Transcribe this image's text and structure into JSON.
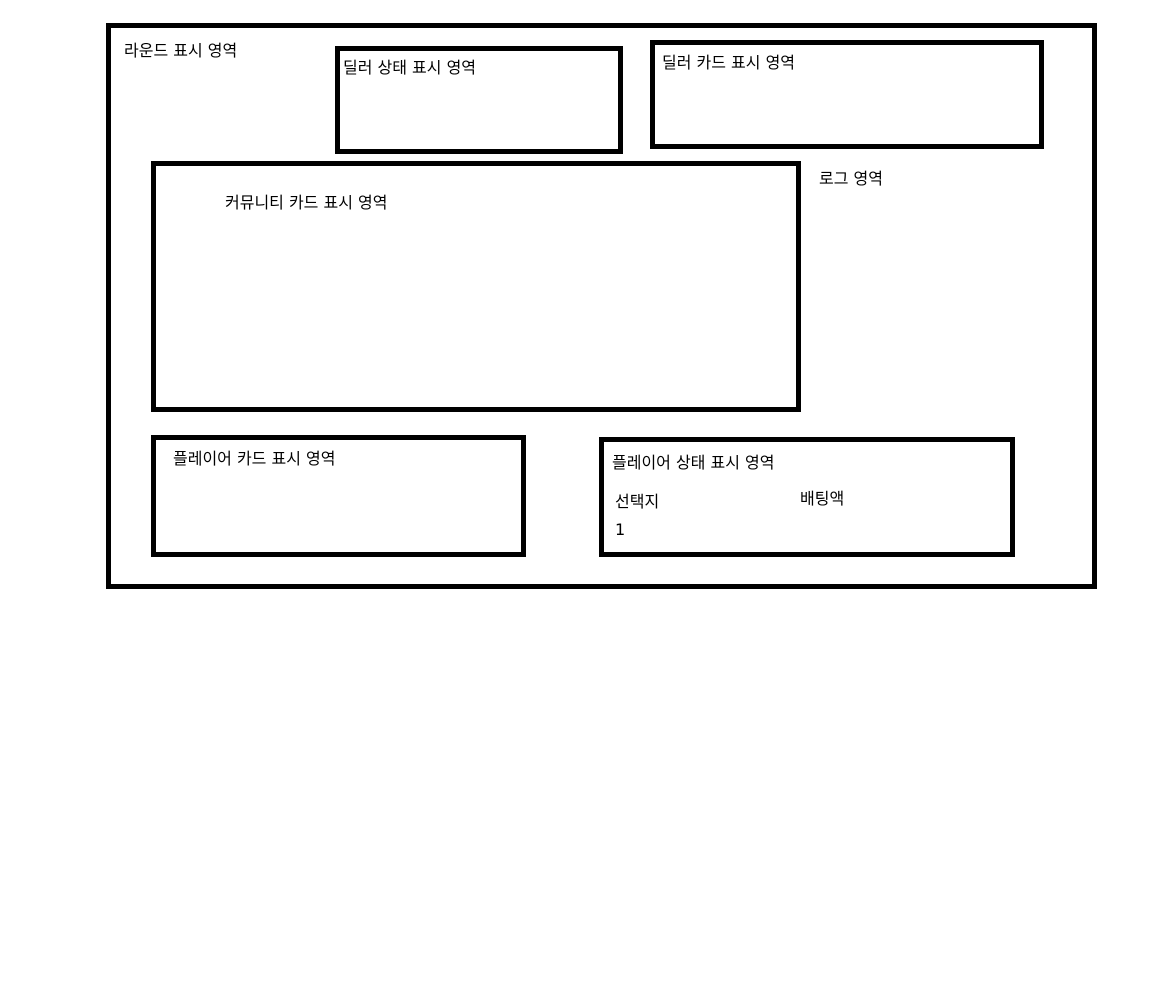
{
  "labels": {
    "round_area": "라운드 표시 영역",
    "dealer_status_area": "딜러 상태 표시 영역",
    "dealer_card_area": "딜러 카드 표시 영역",
    "community_card_area": "커뮤니티 카드 표시 영역",
    "log_area": "로그 영역",
    "player_card_area": "플레이어 카드 표시 영역",
    "player_status_area": "플레이어 상태 표시 영역"
  },
  "player_status": {
    "choice_label": "선택지",
    "choice_value": "1",
    "bet_amount_label": "배팅액"
  },
  "colors": {
    "border": "#000000",
    "background": "#ffffff"
  }
}
